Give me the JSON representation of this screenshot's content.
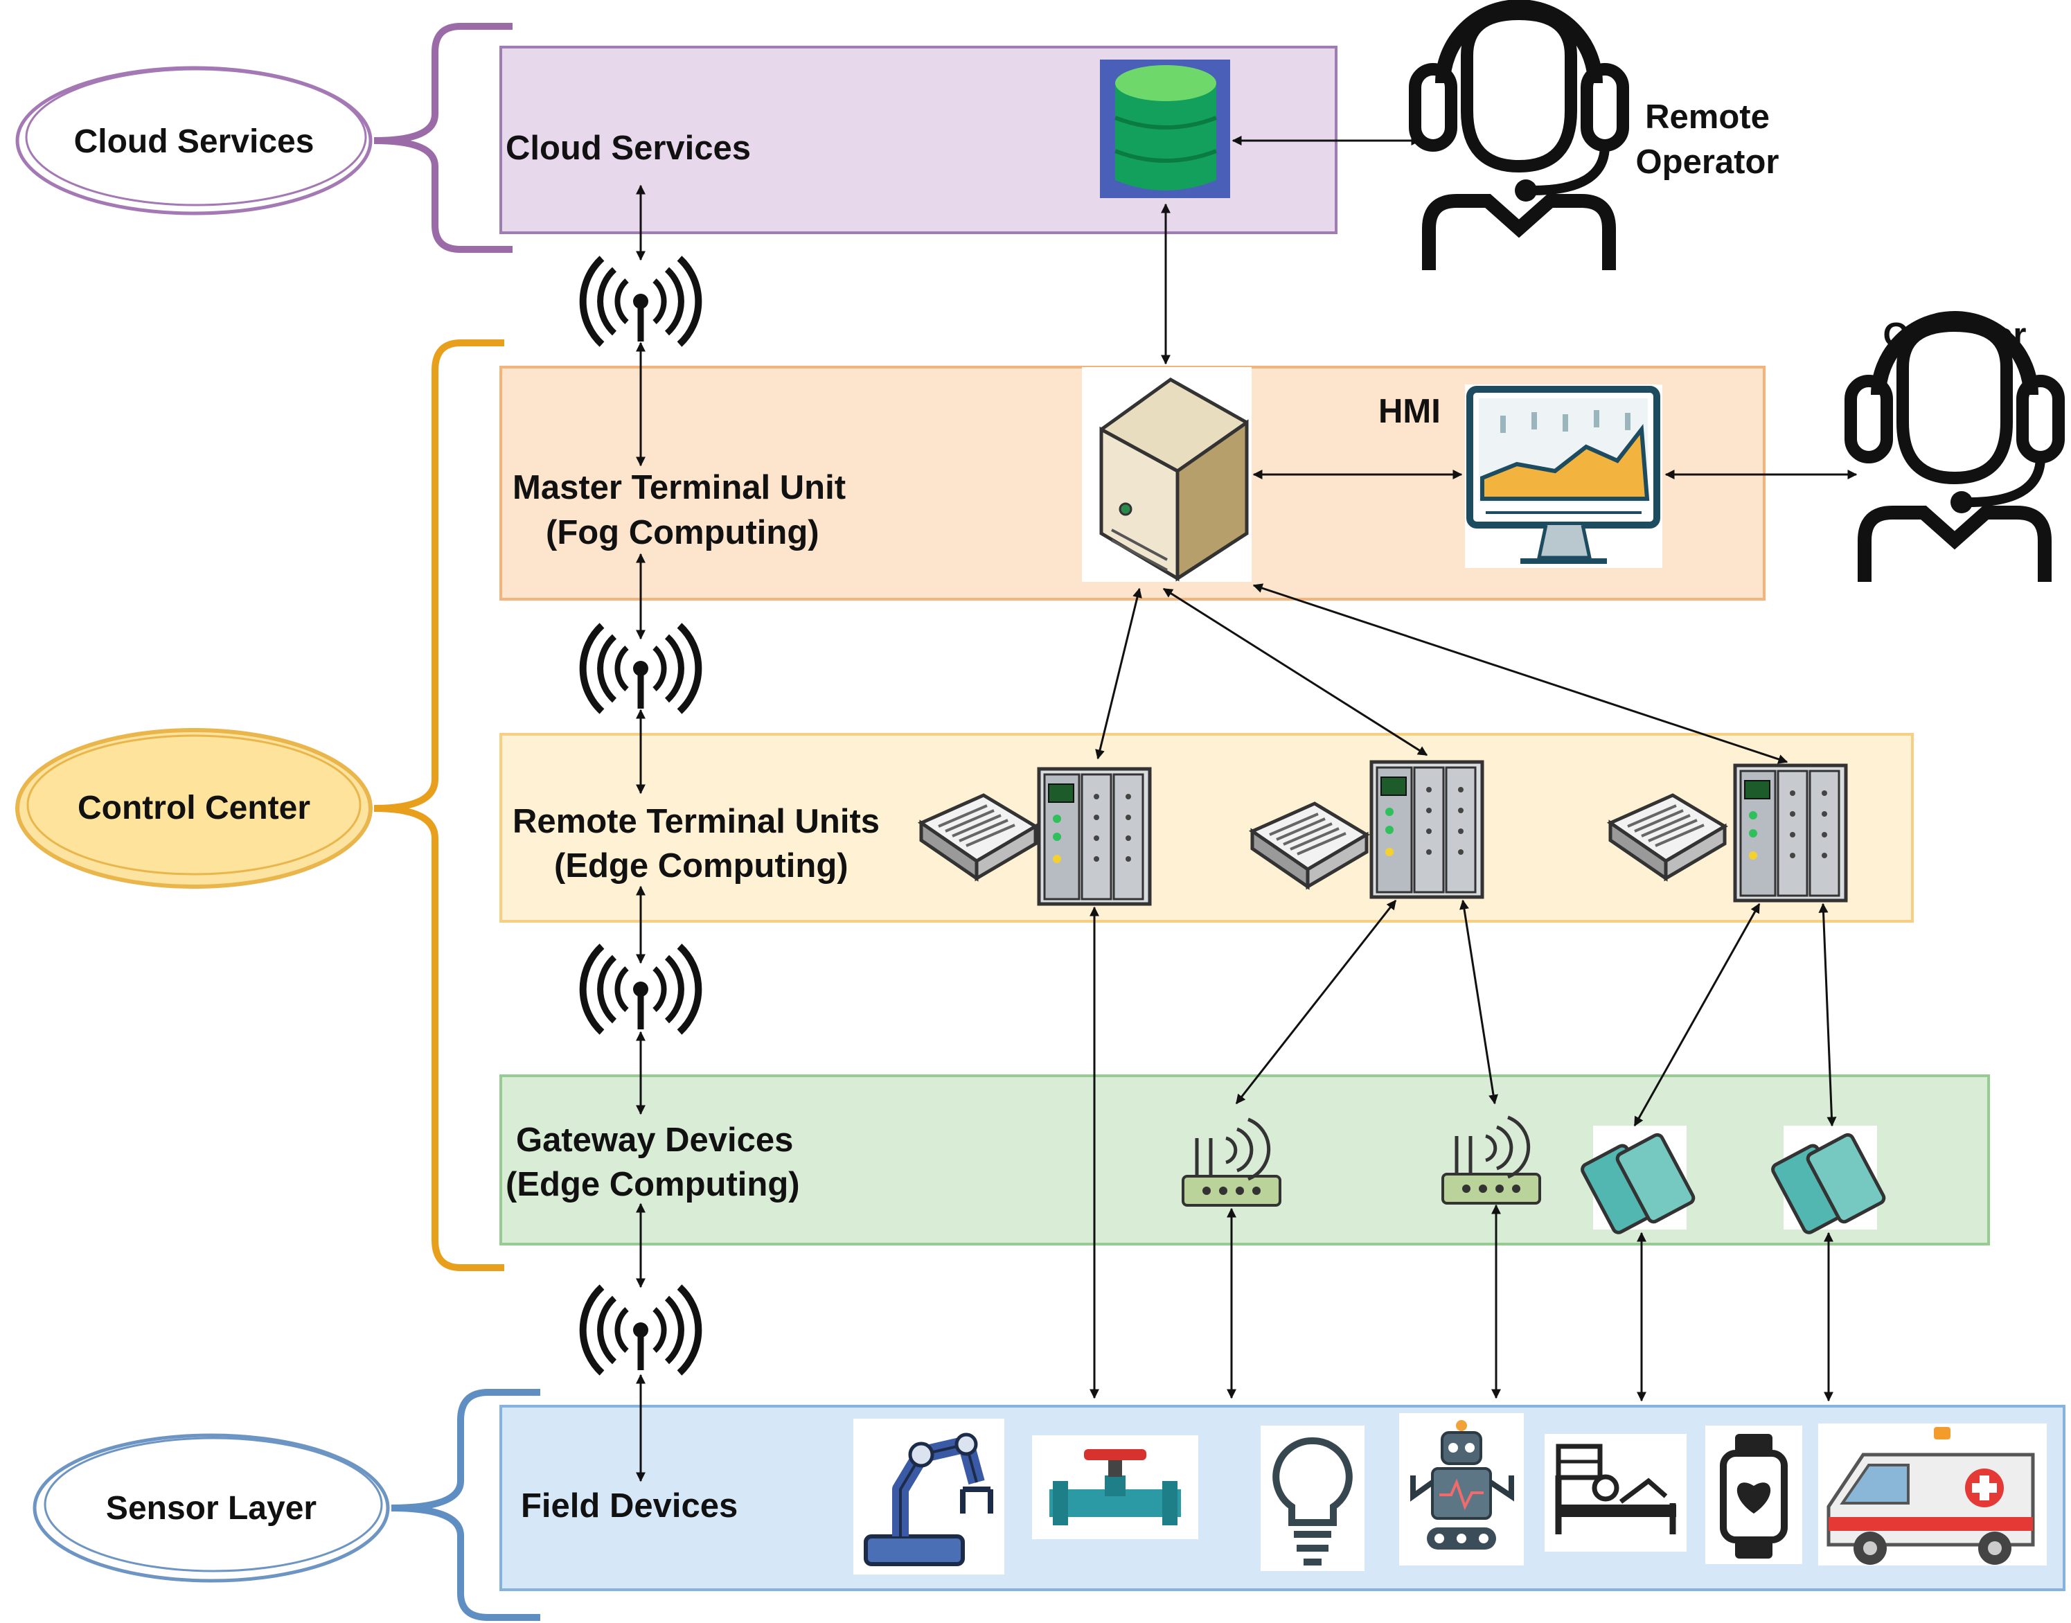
{
  "groups": {
    "cloud": "Cloud Services",
    "control": "Control Center",
    "sensor": "Sensor Layer"
  },
  "layers": {
    "cloud": "Cloud Services",
    "mtu_line1": "Master Terminal Unit",
    "mtu_line2": "(Fog Computing)",
    "rtu_line1": "Remote Terminal Units",
    "rtu_line2": "(Edge Computing)",
    "gateway_line1": "Gateway Devices",
    "gateway_line2": "(Edge Computing)",
    "field": "Field Devices"
  },
  "hmi_label": "HMI",
  "operators": {
    "remote_line1": "Remote",
    "remote_line2": "Operator",
    "local": "Operator"
  },
  "field_devices": [
    "robot-arm-icon",
    "valve-icon",
    "lightbulb-icon",
    "robot-icon",
    "hospital-bed-icon",
    "smartwatch-icon",
    "ambulance-icon"
  ],
  "colors": {
    "cloud_fill": "#e8d8ec",
    "cloud_stroke": "#a07cb4",
    "fog_fill": "#fde4cc",
    "fog_stroke": "#f4b37a",
    "rtu_fill": "#fff2d4",
    "rtu_stroke": "#f6cf82",
    "gateway_fill": "#d8ecd6",
    "gateway_stroke": "#96cc92",
    "field_fill": "#d6e8f8",
    "field_stroke": "#86b2de",
    "bracket_cloud": "#9b6ba7",
    "bracket_control": "#e8a01c",
    "bracket_sensor": "#5f8fc2"
  }
}
